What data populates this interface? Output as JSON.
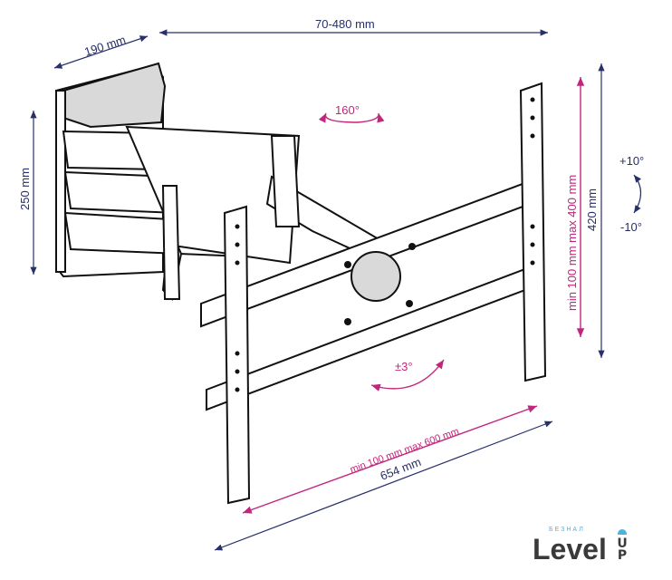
{
  "dimensions": {
    "wall_plate_depth": "190 mm",
    "arm_extension": "70-480 mm",
    "wall_plate_height": "250 mm",
    "plate_height": "420 mm",
    "vesa_vertical": "min 100 mm max 400 mm",
    "vesa_horizontal": "min 100 mm max 600 mm",
    "plate_width": "654 mm"
  },
  "angles": {
    "swivel": "160°",
    "tilt_up": "+10°",
    "tilt_down": "-10°",
    "rotation": "±3°"
  },
  "logo": {
    "top": "БЕЗНАЛ",
    "main": "Level",
    "side": "UP"
  },
  "colors": {
    "dimension": "#27306a",
    "vesa": "#c2267c",
    "logo_accent": "#4fb3e0"
  }
}
